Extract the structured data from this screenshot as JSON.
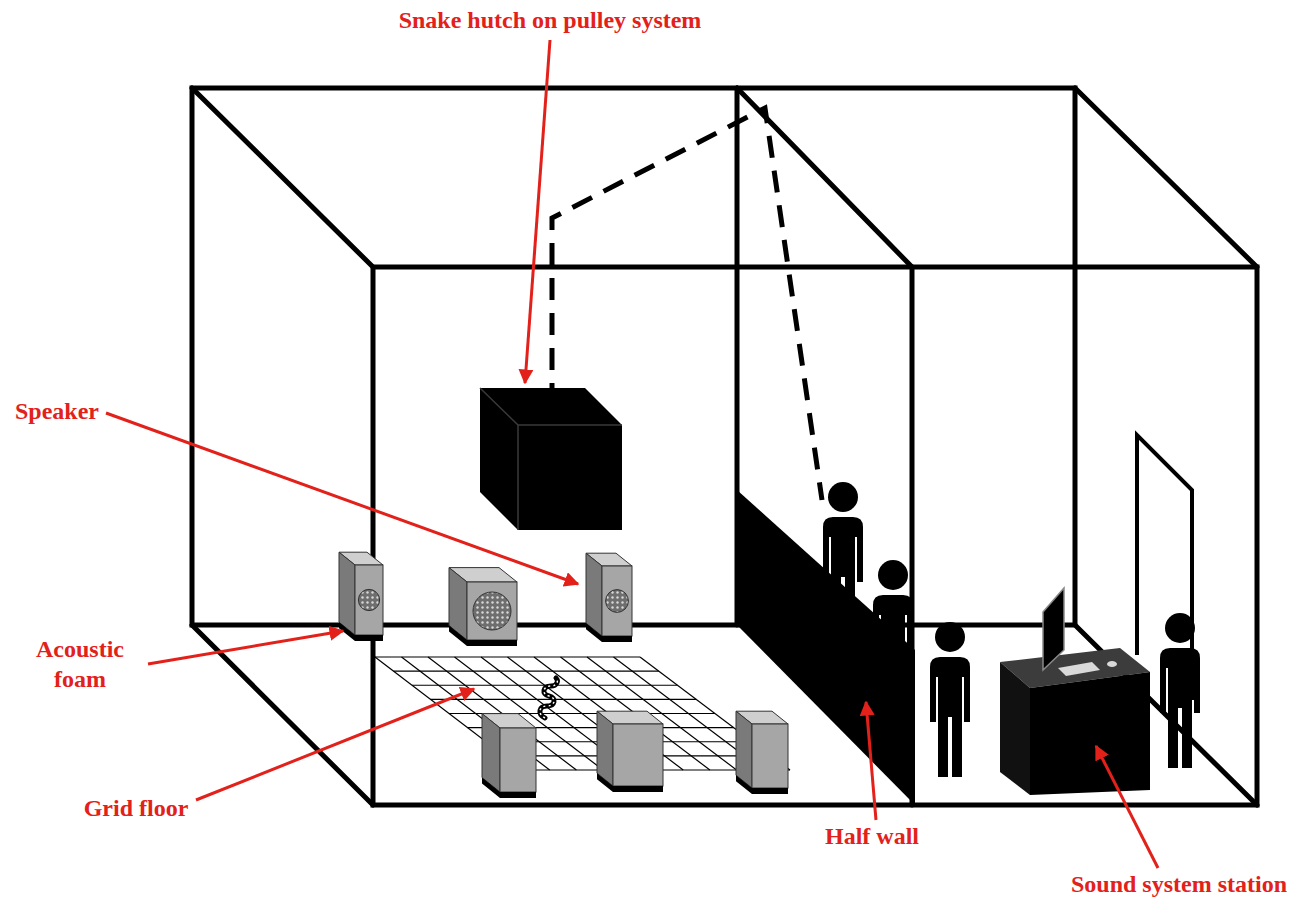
{
  "diagram": {
    "labels": [
      "Snake hutch on pulley system",
      "Speaker",
      "Acoustic foam",
      "Grid floor",
      "Half wall",
      "Sound system station"
    ]
  }
}
